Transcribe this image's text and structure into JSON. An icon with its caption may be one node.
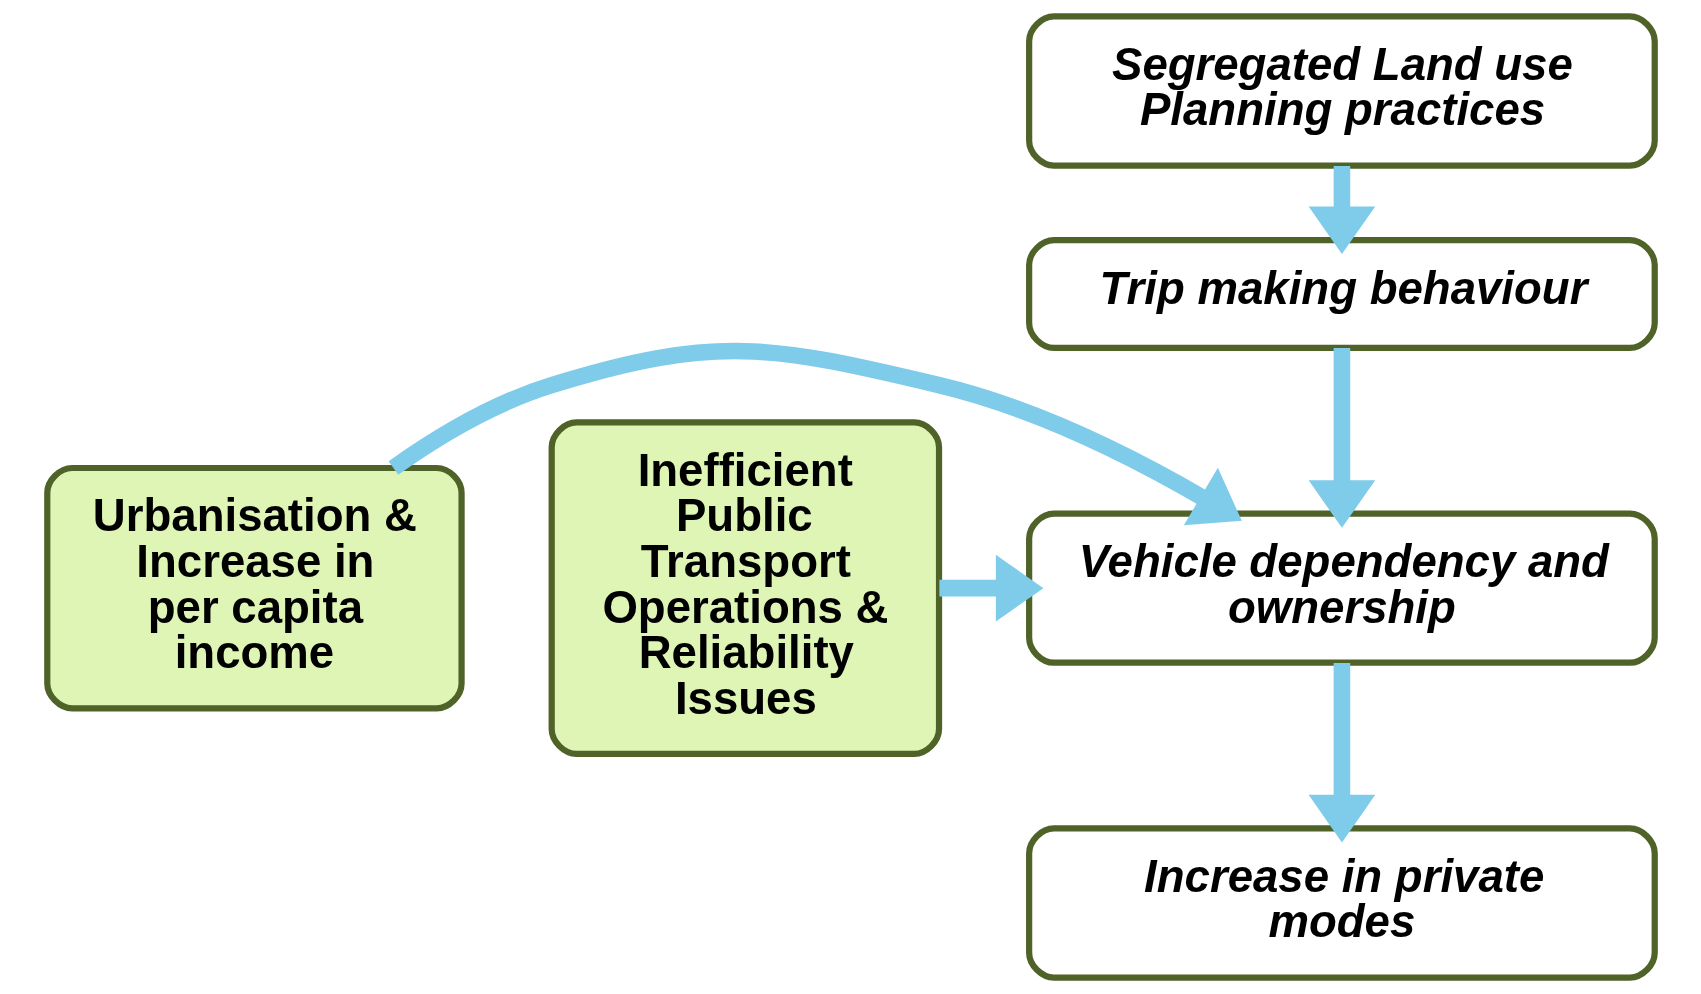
{
  "diagram": {
    "nodes": [
      {
        "text": [
          "Segregated Land use Planning practices"
        ]
      },
      {
        "text": [
          "Trip making behaviour"
        ]
      },
      {
        "text": [
          "Vehicle dependency and ownership"
        ]
      },
      {
        "text": [
          "Increase in private modes"
        ]
      },
      {
        "text": [
          "Urbanisation & Increase in per capita income"
        ]
      },
      {
        "text": [
          "Inefficient Public Transport Operations & Reliability Issues"
        ]
      }
    ],
    "edges": [
      {
        "from": 0,
        "to": 1,
        "arrow": "to"
      },
      {
        "from": 1,
        "to": 2,
        "arrow": "to"
      },
      {
        "from": 2,
        "to": 3,
        "arrow": "to"
      },
      {
        "from": 4,
        "to": 2,
        "arrow": "to"
      },
      {
        "from": 5,
        "to": 2,
        "arrow": "to"
      }
    ]
  }
}
